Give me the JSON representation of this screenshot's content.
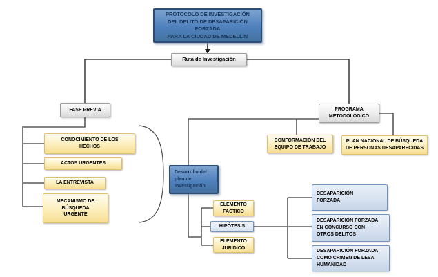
{
  "diagram_title": "Ruta de Investigación - flowchart",
  "colors": {
    "primary_blue": "#4f81bd",
    "primary_blue_border": "#2a4d79",
    "light_blue_fill": "#d8e2f0",
    "light_blue_border": "#6f92c1",
    "yellow_fill": "#fceebc",
    "yellow_border": "#dfc06a",
    "gray_fill": "#ececec",
    "gray_border": "#9d9d9d",
    "connector": "#595959",
    "arrow": "#1a1a1a"
  },
  "nodes": {
    "protocolo": {
      "label": "PROTOCOLO DE INVESTIGACIÓN\nDEL DELITO DE DESAPARICIÓN\nFORZADA\nPARA LA CIUDAD DE MEDELLÍN"
    },
    "ruta": {
      "label": "Ruta de Investigación"
    },
    "fase_previa": {
      "label": "FASE PREVIA"
    },
    "conocimiento": {
      "label": "CONOCIMIENTO DE LOS\nHECHOS"
    },
    "actos_urgentes": {
      "label": "ACTOS URGENTES"
    },
    "entrevista": {
      "label": "LA ENTREVISTA"
    },
    "mecanismo": {
      "label": "MECANISMO DE\nBÚSQUEDA\nURGENTE"
    },
    "programa": {
      "label": "PROGRAMA\nMETODOLÓGICO"
    },
    "conformacion": {
      "label": "CONFORMACIÓN DEL\nEQUIPO DE TRABAJO"
    },
    "plan_nacional": {
      "label": "PLAN NACIONAL DE BÚSQUEDA\nDE PERSONAS DESAPARECIDAS"
    },
    "desarrollo": {
      "label": "Desarrollo del\nplan de\ninvestigación"
    },
    "elemento_factico": {
      "label": "ELEMENTO\nFACTICO"
    },
    "hipotesis": {
      "label": "HIPÓTESIS"
    },
    "elemento_juridico": {
      "label": "ELEMENTO\nJURÍDICO"
    },
    "desaparicion_forzada": {
      "label": "DESAPARICIÓN\nFORZADA"
    },
    "desaparicion_concurso": {
      "label": "DESAPARICIÓN FORZADA\nEN CONCURSO CON\nOTROS DELITOS"
    },
    "desaparicion_lesa": {
      "label": "DESAPARICIÓN FORZADA\nCOMO CRIMEN DE LESA\nHUMANIDAD"
    }
  }
}
